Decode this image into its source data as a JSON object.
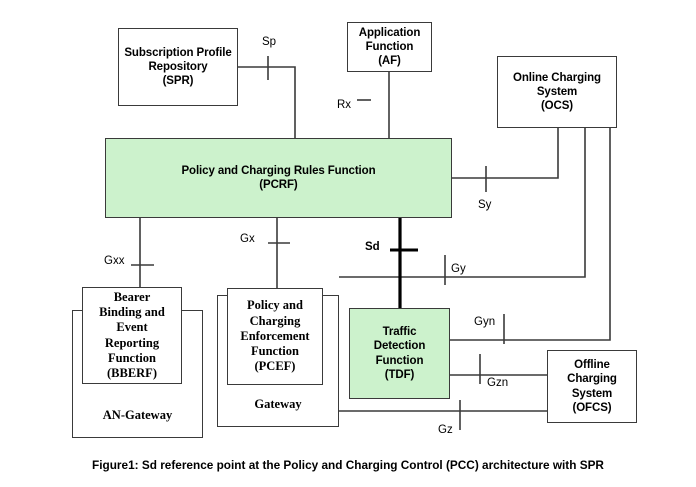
{
  "diagram": {
    "title": "Figure1: Sd reference point at the Policy and Charging Control (PCC) architecture with SPR",
    "colors": {
      "highlight_fill": "#ccf2cc",
      "stroke": "#3a3a3a",
      "background": "#ffffff",
      "text": "#000000"
    },
    "nodes": {
      "spr": "Subscription Profile\nRepository\n(SPR)",
      "af": "Application\nFunction\n(AF)",
      "ocs": "Online Charging\nSystem\n(OCS)",
      "pcrf": "Policy and Charging Rules Function\n(PCRF)",
      "bberf": "Bearer\nBinding and\nEvent\nReporting\nFunction\n(BBERF)",
      "an_gateway": "AN-Gateway",
      "pcef": "Policy and\nCharging\nEnforcement\nFunction\n(PCEF)",
      "gateway": "Gateway",
      "tdf": "Traffic\nDetection\nFunction\n(TDF)",
      "ofcs": "Offline\nCharging\nSystem\n(OFCS)"
    },
    "interfaces": {
      "sp": "Sp",
      "rx": "Rx",
      "sy": "Sy",
      "gxx": "Gxx",
      "gx": "Gx",
      "sd": "Sd",
      "gy": "Gy",
      "gyn": "Gyn",
      "gzn": "Gzn",
      "gz": "Gz"
    }
  }
}
